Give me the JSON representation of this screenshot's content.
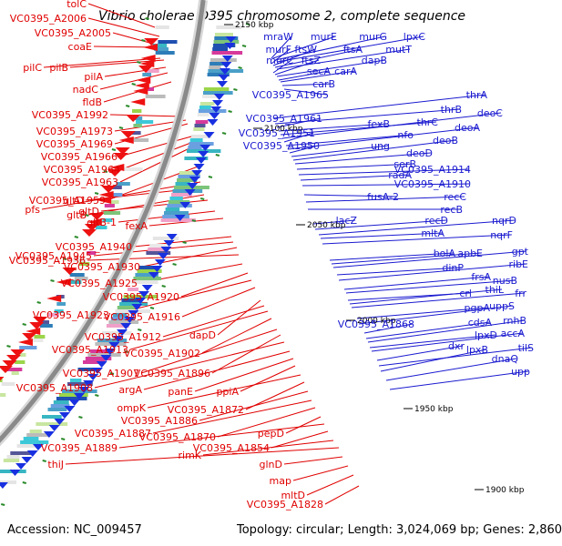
{
  "title": "Vibrio cholerae O395 chromosome 2, complete sequence",
  "footer": {
    "accession": "Accession: NC_009457",
    "info": "Topology: circular; Length: 3,024,069 bp; Genes: 2,860"
  },
  "colors": {
    "left_label": "#e00000",
    "right_label": "#1a1ad0",
    "forward_arrow": "#ee1111",
    "reverse_arrow": "#1830e0",
    "backbone": "#8a8a8a",
    "tick": "#2a8a2a"
  },
  "tick_labels": [
    "2150 kbp",
    "2100 kbp",
    "2050 kbp",
    "2000 kbp",
    "1950 kbp",
    "1900 kbp"
  ],
  "left_labels": [
    "tolC",
    "VC0395_A2006",
    "VC0395_A2005",
    "coaE",
    "pilC",
    "pilB",
    "pilA",
    "nadC",
    "fldB",
    "VC0395_A1992",
    "VC0395_A1973",
    "VC0395_A1969",
    "VC0395_A1966",
    "VC0395_A1964",
    "VC0395_A1963",
    "VC0395_A1959",
    "pfs",
    "gltD",
    "gltB",
    "gltD",
    "gltB-1",
    "fexA",
    "VC0395_A1940",
    "VC0395_A1945",
    "VC0395_A1930",
    "VC0395_A1936",
    "VC0395_A1925",
    "VC0395_A1920",
    "VC0395_A1923",
    "VC0395_A1916",
    "dapD",
    "VC0395_A1912",
    "VC0395_A1913",
    "VC0395_A1902",
    "VC0395_A1907",
    "VC0395_A1896",
    "VC0395_A1908",
    "argA",
    "panE",
    "ppiA",
    "ompK",
    "VC0395_A1872",
    "VC0395_A1886",
    "VC0395_A1887",
    "VC0395_A1870",
    "pepD",
    "VC0395_A1889",
    "VC0395_A1854",
    "rimK",
    "thiJ",
    "glnD",
    "map",
    "mltD",
    "VC0395_A1828"
  ],
  "right_labels": [
    "mraW",
    "murE",
    "murG",
    "lpxC",
    "murF",
    "ftsW",
    "ftsA",
    "mutT",
    "murC",
    "ftsZ",
    "dapB",
    "secA",
    "carA",
    "carB",
    "VC0395_A1965",
    "thrA",
    "thrB",
    "VC0395_A1961",
    "fexB",
    "thrC",
    "deoC",
    "VC0395_A1951",
    "nfo",
    "deoA",
    "VC0395_A1950",
    "ung",
    "deoB",
    "deoD",
    "serB",
    "VC0395_A1914",
    "radA",
    "VC0395_A1910",
    "fusA-2",
    "recC",
    "recB",
    "lacZ",
    "recD",
    "nqrD",
    "mltA",
    "nqrF",
    "bolA",
    "apbE",
    "gpt",
    "dinP",
    "ribE",
    "frsA",
    "nusB",
    "crl",
    "thiL",
    "frr",
    "pgpA",
    "uppS",
    "VC0395_A1868",
    "cdsA",
    "rnhB",
    "lpxD",
    "accA",
    "dxr",
    "tilS",
    "lpxB",
    "dnaQ",
    "upp"
  ]
}
